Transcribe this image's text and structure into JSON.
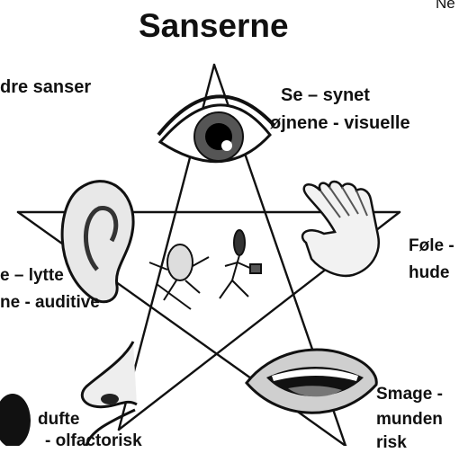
{
  "title": "Sanserne",
  "corner_text": "Ne",
  "left_top_text": "dre sanser",
  "senses": {
    "see": {
      "line1": "Se – synet",
      "line2": "øjnene - visuelle",
      "icon": "eye-icon"
    },
    "hear": {
      "line1": "e – lytte",
      "line2": "ne - auditive",
      "icon": "ear-icon"
    },
    "feel": {
      "line1": "Føle -",
      "line2": "hude",
      "icon": "hand-icon"
    },
    "smell": {
      "line1": "dufte",
      "line2": "- olfactorisk",
      "icon": "nose-icon"
    },
    "taste": {
      "line1": "Smage -",
      "line2": "munden",
      "line3": "risk",
      "icon": "mouth-icon"
    }
  },
  "colors": {
    "ink": "#111111",
    "background": "#ffffff"
  }
}
